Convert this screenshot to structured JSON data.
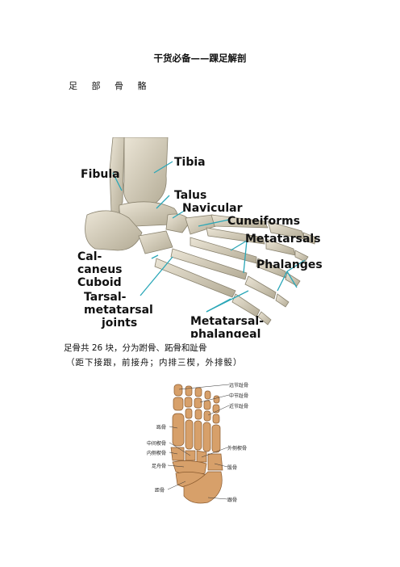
{
  "document": {
    "title": "干货必备——踝足解剖",
    "section_heading": "足 部 骨 骼",
    "paragraph_1": "足骨共 26 块，分为跗骨、跖骨和趾骨",
    "paragraph_2": "（距下接跟，前接舟；内排三楔，外排骰）"
  },
  "figure_1": {
    "labels": {
      "tibia": "Tibia",
      "fibula": "Fibula",
      "talus": "Talus",
      "navicular": "Navicular",
      "cuneiforms": "Cuneiforms",
      "metatarsals": "Metatarsals",
      "phalanges": "Phalanges",
      "cal": "Cal-",
      "caneus": "caneus",
      "cuboid": "Cuboid",
      "tarsal": "Tarsal-",
      "metatarsal": "metatarsal",
      "joints": "joints",
      "metatarsal2": "Metatarsal-",
      "phalangeal": "phalangeal"
    },
    "colors": {
      "pointer": "#2aa7b8",
      "bone": "#d9d2bf",
      "bone_shadow": "#9f9781"
    }
  },
  "figure_2": {
    "labels": {
      "distal": "远节趾骨",
      "middle": "中节趾骨",
      "proximal": "近节趾骨",
      "metatarsal": "跖骨",
      "middle_cuneiform": "中间楔骨",
      "medial_cuneiform": "内侧楔骨",
      "lateral_cuneiform": "外侧楔骨",
      "navicular": "足舟骨",
      "cuboid": "骰骨",
      "talus": "距骨",
      "calcaneus": "跟骨"
    },
    "colors": {
      "bone": "#d7a06a",
      "bone_dark": "#8a5a2e"
    }
  }
}
